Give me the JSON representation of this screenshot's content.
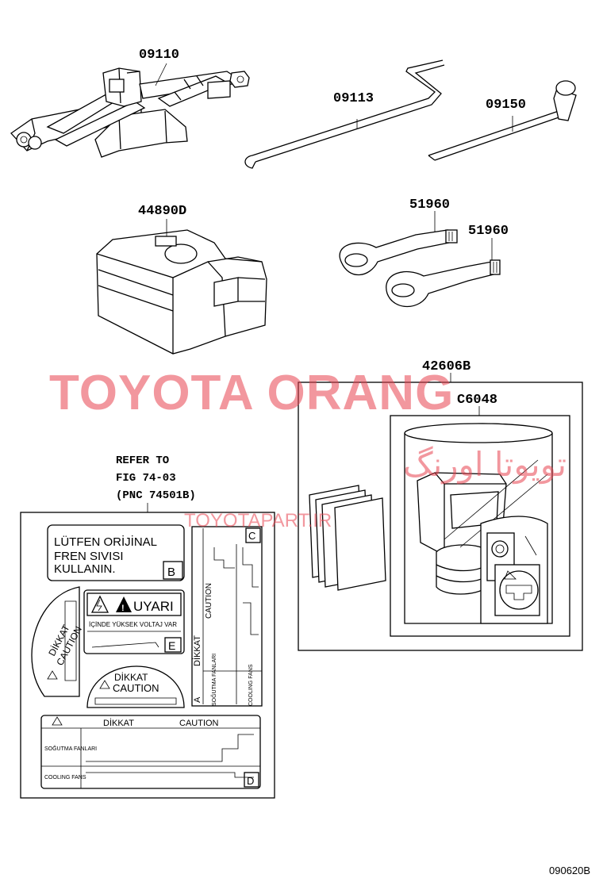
{
  "parts": {
    "jack": "09110",
    "jack_handle": "09113",
    "wrench": "09150",
    "tool_bag": "44890D",
    "towing_eye_1": "51960",
    "towing_eye_2": "51960",
    "manual_set": "42606B",
    "manual": "C6048"
  },
  "refer_note": {
    "line1": "REFER TO",
    "line2": "FIG 74-03",
    "line3": "(PNC 74501B)"
  },
  "labels": {
    "label_b": {
      "line1": "LÜTFEN ORİJİNAL",
      "line2": "FREN SIVISI",
      "line3": "KULLANIN.",
      "letter": "B"
    },
    "label_e": {
      "title": "UYARI",
      "subtitle": "İÇİNDE YÜKSEK VOLTAJ VAR",
      "letter": "E"
    },
    "label_c": {
      "caution": "CAUTION",
      "dikkat": "DİKKAT",
      "fan1": "SOĞUTMA FANLARI",
      "fan2": "COOLING FANS",
      "letter_top": "C",
      "letter_bottom": "A"
    },
    "label_dome_left": {
      "dikkat": "DİKKAT",
      "caution": "CAUTION"
    },
    "label_dome_center": {
      "dikkat": "DİKKAT",
      "caution": "CAUTION"
    },
    "label_d": {
      "dikkat": "DİKKAT",
      "caution": "CAUTION",
      "fan1": "SOĞUTMA FANLARI",
      "fan2": "COOLING FANS",
      "letter": "D"
    }
  },
  "watermark": {
    "main": "TOYOTA ORANG",
    "persian": "تویوتا اورنگ",
    "url": "TOYOTAPART.IR",
    "color": "#e8434f"
  },
  "figure_ref": "090620B"
}
